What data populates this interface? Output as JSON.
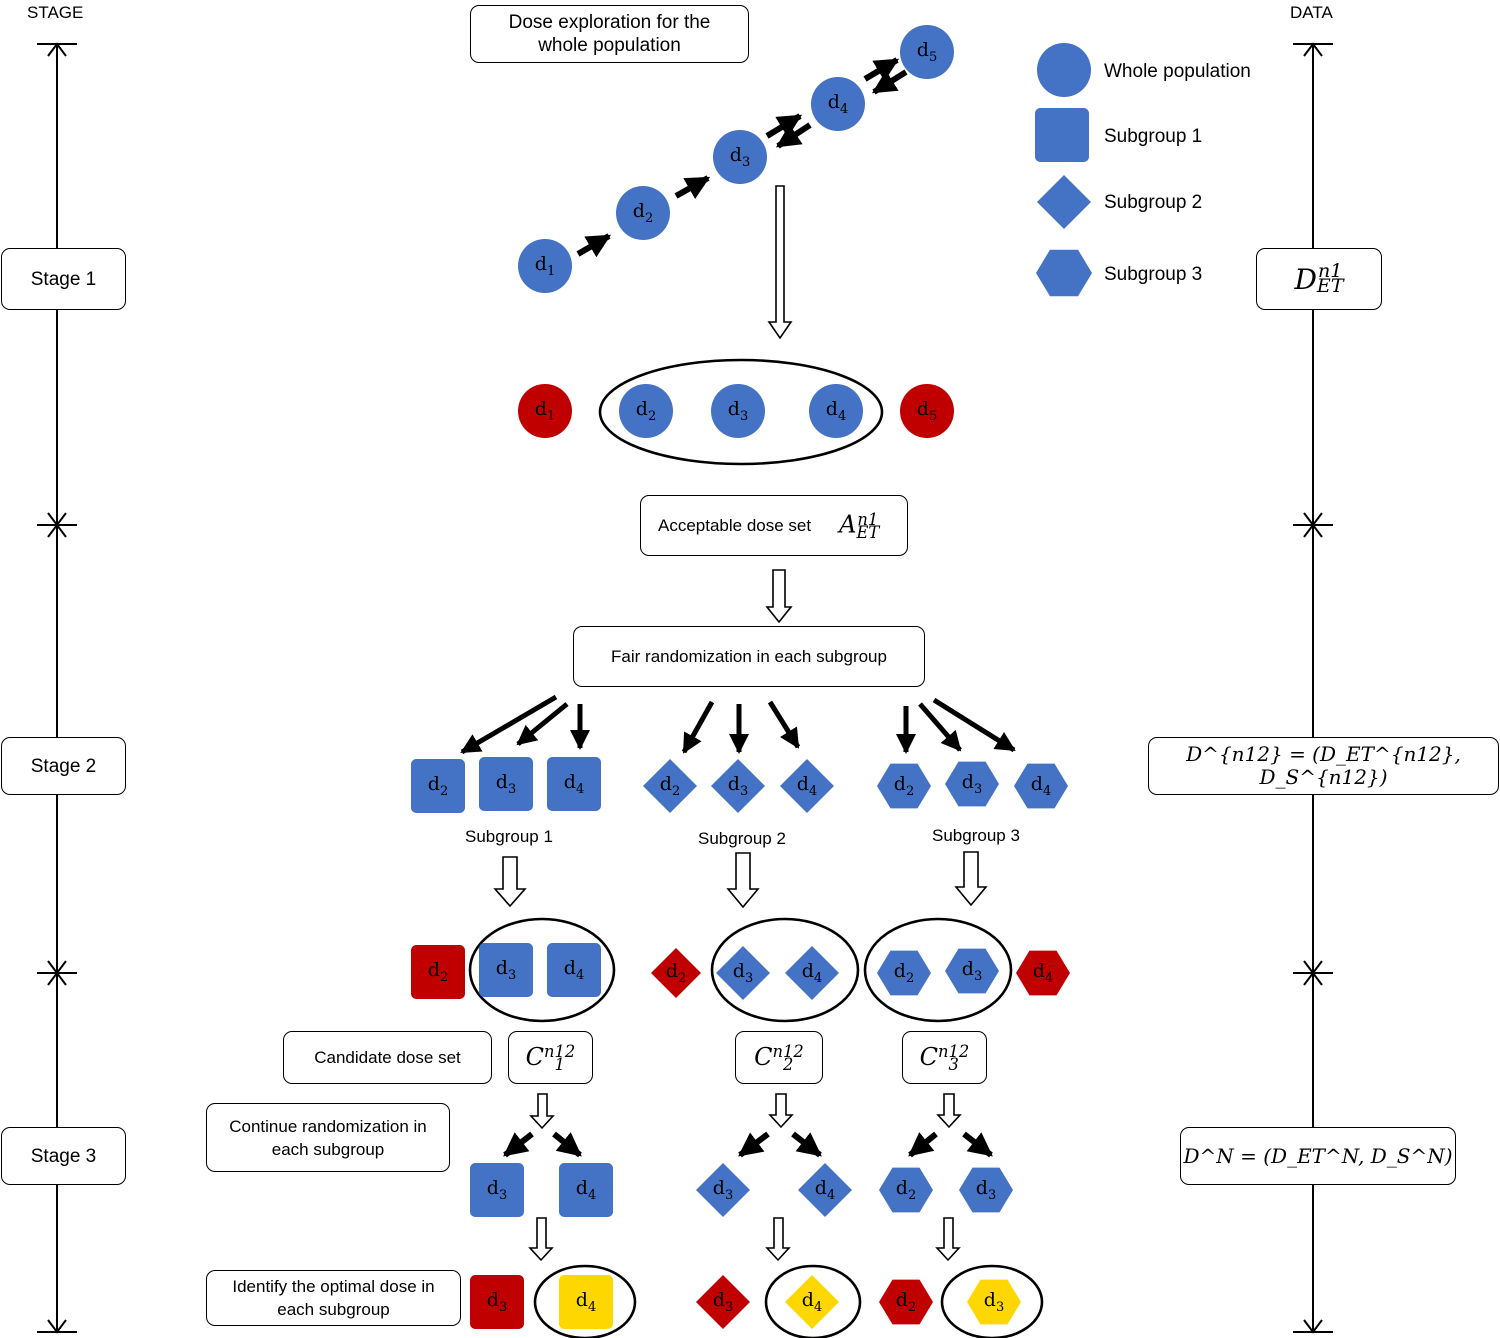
{
  "headers": {
    "stage": "STAGE",
    "data": "DATA"
  },
  "stages": [
    "Stage 1",
    "Stage 2",
    "Stage 3"
  ],
  "legend": [
    {
      "shape": "circle",
      "label": "Whole population"
    },
    {
      "shape": "square",
      "label": "Subgroup 1"
    },
    {
      "shape": "diamond",
      "label": "Subgroup 2"
    },
    {
      "shape": "hexagon",
      "label": "Subgroup 3"
    }
  ],
  "boxes": {
    "dose_exploration": "Dose exploration for the whole population",
    "acceptable_dose_set": "Acceptable dose set",
    "fair_randomization": "Fair randomization in each subgroup",
    "candidate_dose_set": "Candidate dose set",
    "continue_randomization": "Continue randomization in each subgroup",
    "identify_optimal": "Identify the optimal dose in each subgroup"
  },
  "subgroup_labels": [
    "Subgroup 1",
    "Subgroup 2",
    "Subgroup 3"
  ],
  "math": {
    "acceptable_set": {
      "symbol": "A",
      "sup": "n1",
      "sub": "ET"
    },
    "candidate_sets": [
      {
        "symbol": "C",
        "sup": "n12",
        "sub": "1"
      },
      {
        "symbol": "C",
        "sup": "n12",
        "sub": "2"
      },
      {
        "symbol": "C",
        "sup": "n12",
        "sub": "3"
      }
    ],
    "data_stage1": {
      "symbol": "D",
      "sup": "n1",
      "sub": "ET"
    },
    "data_stage2": {
      "text": "D^{n12} = (D_ET^{n12}, D_S^{n12})"
    },
    "data_stage3": {
      "text": "D^N = (D_ET^N, D_S^N)"
    }
  },
  "colors": {
    "blue": "#4472C4",
    "red": "#C00000",
    "yellow": "#FFD700"
  }
}
